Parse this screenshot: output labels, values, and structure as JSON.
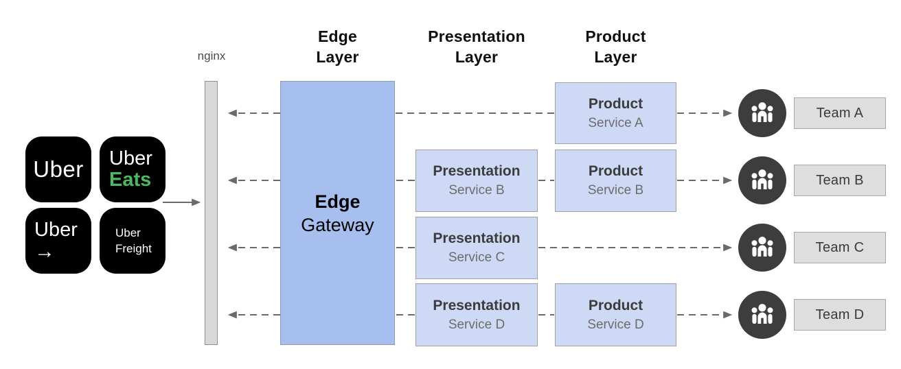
{
  "headers": {
    "edge": {
      "line1": "Edge",
      "line2": "Layer"
    },
    "presentation": {
      "line1": "Presentation",
      "line2": "Layer"
    },
    "product": {
      "line1": "Product",
      "line2": "Layer"
    }
  },
  "nginx": {
    "label": "nginx"
  },
  "gateway": {
    "line1": "Edge",
    "line2": "Gateway"
  },
  "services": {
    "product_a": {
      "title": "Product",
      "subtitle": "Service A"
    },
    "presentation_b": {
      "title": "Presentation",
      "subtitle": "Service B"
    },
    "product_b": {
      "title": "Product",
      "subtitle": "Service B"
    },
    "presentation_c": {
      "title": "Presentation",
      "subtitle": "Service C"
    },
    "presentation_d": {
      "title": "Presentation",
      "subtitle": "Service D"
    },
    "product_d": {
      "title": "Product",
      "subtitle": "Service D"
    }
  },
  "apps": [
    {
      "name": "uber",
      "line1": "Uber"
    },
    {
      "name": "uber-eats",
      "line1": "Uber",
      "line2": "Eats"
    },
    {
      "name": "uber-arrow",
      "line1": "Uber",
      "line2": "→"
    },
    {
      "name": "uber-freight",
      "line1": "Uber",
      "line2": "Freight"
    }
  ],
  "teams": [
    {
      "label": "Team A"
    },
    {
      "label": "Team B"
    },
    {
      "label": "Team C"
    },
    {
      "label": "Team D"
    }
  ],
  "colors": {
    "gateway_fill": "#a7bfee",
    "service_fill": "#cdd9f5",
    "nginx_fill": "#d9d9d9",
    "team_box_fill": "#dedede",
    "team_circle": "#3d3d3d",
    "eats_green": "#4cb962",
    "arrow_gray": "#6a6a6a",
    "app_tile": "#000000"
  }
}
